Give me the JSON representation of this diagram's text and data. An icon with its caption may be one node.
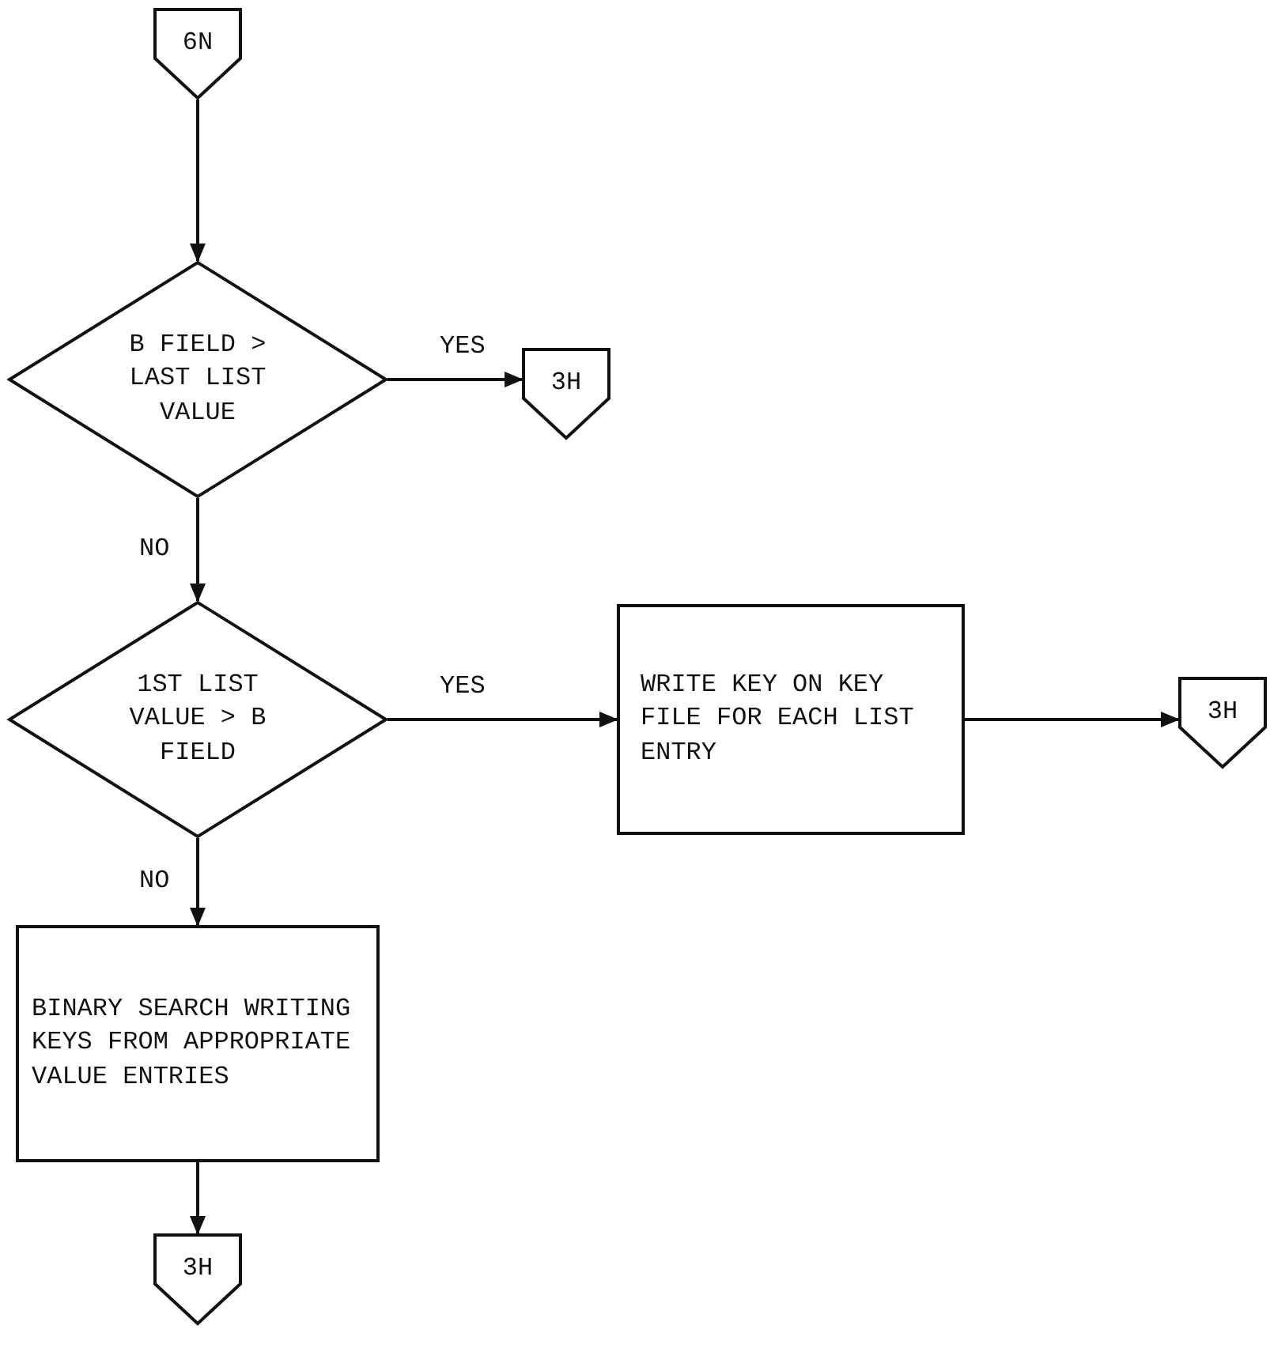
{
  "diagram": {
    "nodes": [
      {
        "text": [
          "6N"
        ]
      },
      {
        "text": [
          "B FIELD > LAST LIST VALUE"
        ]
      },
      {
        "text": [
          "3H"
        ]
      },
      {
        "text": [
          "1ST LIST VALUE > B FIELD"
        ]
      },
      {
        "text": [
          "WRITE KEY ON KEY FILE FOR EACH LIST ENTRY"
        ]
      },
      {
        "text": [
          "3H"
        ]
      },
      {
        "text": [
          "BINARY SEARCH WRITING KEYS FROM APPROPRIATE VALUE ENTRIES"
        ]
      },
      {
        "text": [
          "3H"
        ]
      }
    ],
    "edges": [
      {
        "from": 0,
        "to": 1,
        "arrow": "to"
      },
      {
        "from": 1,
        "to": 2,
        "arrow": "to",
        "label": "YES"
      },
      {
        "from": 1,
        "to": 3,
        "arrow": "to",
        "label": "NO"
      },
      {
        "from": 3,
        "to": 4,
        "arrow": "to",
        "label": "YES"
      },
      {
        "from": 4,
        "to": 5,
        "arrow": "to"
      },
      {
        "from": 3,
        "to": 6,
        "arrow": "to",
        "label": "NO"
      },
      {
        "from": 6,
        "to": 7,
        "arrow": "to"
      }
    ]
  }
}
